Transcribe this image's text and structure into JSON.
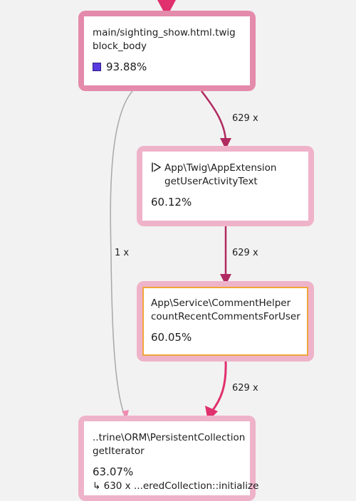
{
  "nodes": [
    {
      "id": "n1",
      "line1": "main/sighting_show.html.twig",
      "line2": "block_body",
      "percent": "93.88%"
    },
    {
      "id": "n2",
      "line1": "App\\Twig\\AppExtension",
      "line2": "getUserActivityText",
      "percent": "60.12%"
    },
    {
      "id": "n3",
      "line1": "App\\Service\\CommentHelper",
      "line2": "countRecentCommentsForUser",
      "percent": "60.05%"
    },
    {
      "id": "n4",
      "line1": "..trine\\ORM\\PersistentCollection",
      "line2": "getIterator",
      "percent": "63.07%",
      "line3": "↳ 630 x ...eredCollection::initialize"
    }
  ],
  "edges": [
    {
      "label": "629 x"
    },
    {
      "label": "629 x"
    },
    {
      "label": "629 x"
    },
    {
      "label": "1 x"
    }
  ],
  "colors": {
    "edge_strong": "#e0306e",
    "edge_medium": "#b02a60",
    "edge_thin": "#a8a8a8",
    "node_hot": "#e48aaa",
    "node_warm": "#efb3c9",
    "highlight_border": "#f0a63a"
  },
  "icons": {
    "cpu_square": "purple-square-icon",
    "entry": "entry-point-flag-icon"
  }
}
